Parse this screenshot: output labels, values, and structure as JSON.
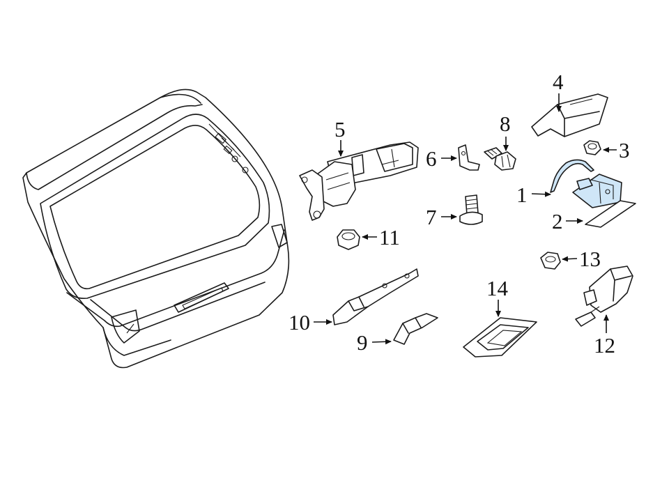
{
  "diagram": {
    "highlight_color": "#cfe6f7",
    "line_color": "#1a1a1a",
    "callouts": [
      {
        "id": "c1",
        "label": "1"
      },
      {
        "id": "c2",
        "label": "2"
      },
      {
        "id": "c3",
        "label": "3"
      },
      {
        "id": "c4",
        "label": "4"
      },
      {
        "id": "c5",
        "label": "5"
      },
      {
        "id": "c6",
        "label": "6"
      },
      {
        "id": "c7",
        "label": "7"
      },
      {
        "id": "c8",
        "label": "8"
      },
      {
        "id": "c9",
        "label": "9"
      },
      {
        "id": "c10",
        "label": "10"
      },
      {
        "id": "c11",
        "label": "11"
      },
      {
        "id": "c12",
        "label": "12"
      },
      {
        "id": "c13",
        "label": "13"
      },
      {
        "id": "c14",
        "label": "14"
      }
    ]
  }
}
